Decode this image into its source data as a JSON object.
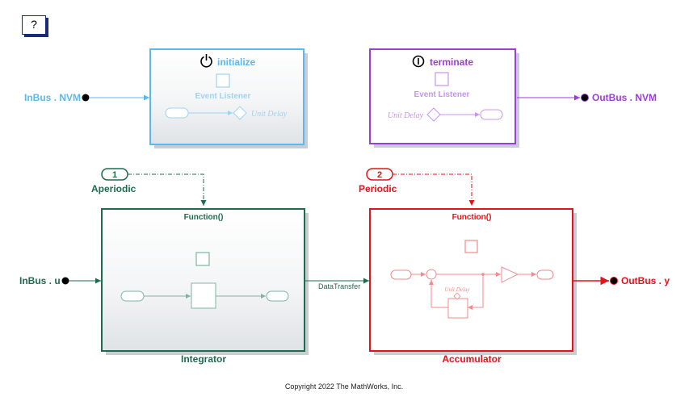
{
  "help_button": {
    "label": "?"
  },
  "colors": {
    "initialize": "#5cb8ec",
    "terminate": "#9b3ddb",
    "aperiodic": "#1e6b4e",
    "periodic": "#e3121b",
    "port_dot": "#000000",
    "block_gradient_top": "#ffffff",
    "block_gradient_bottom": "#dfe3e6"
  },
  "ports": {
    "in_nvm": "InBus . NVM",
    "out_nvm": "OutBus . NVM",
    "in_u": "InBus . u",
    "out_y": "OutBus . y"
  },
  "initialize_block": {
    "title": "initialize",
    "icon": "power-icon",
    "event_listener": "Event Listener",
    "unit_delay": "Unit Delay"
  },
  "terminate_block": {
    "title": "terminate",
    "icon": "stop-icon",
    "event_listener": "Event Listener",
    "unit_delay": "Unit Delay"
  },
  "aperiodic_trigger": {
    "number": "1",
    "label": "Aperiodic"
  },
  "periodic_trigger": {
    "number": "2",
    "label": "Periodic"
  },
  "integrator_block": {
    "header": "Function()",
    "name": "Integrator"
  },
  "accumulator_block": {
    "header": "Function()",
    "name": "Accumulator",
    "unit_delay": "Unit Delay"
  },
  "signal_label": "DataTransfer",
  "copyright": "Copyright 2022 The MathWorks, Inc."
}
